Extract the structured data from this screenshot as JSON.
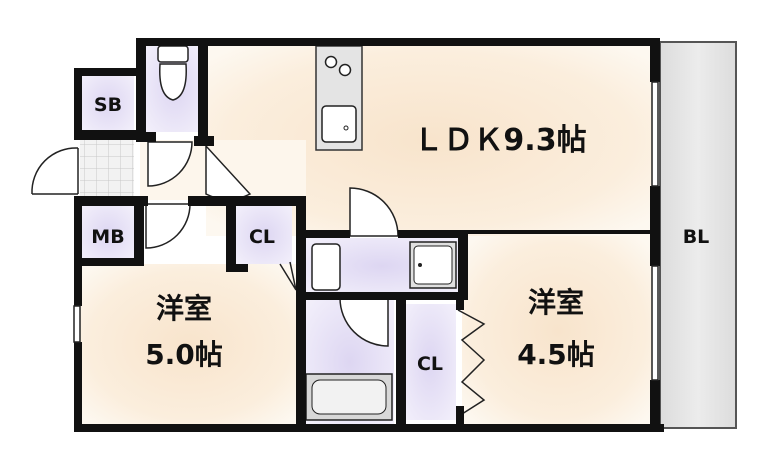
{
  "rooms": {
    "ldk": "ＬＤＫ9.3帖",
    "western_left_name": "洋室",
    "western_left_size": "5.0帖",
    "western_right_name": "洋室",
    "western_right_size": "4.5帖",
    "shoe_box": "SB",
    "meter_box": "MB",
    "closet_upper": "CL",
    "closet_lower": "CL",
    "balcony": "BL"
  },
  "colors": {
    "wall": "#111111",
    "floor_beige": "#f7e6d3",
    "wet_area": "#e8e4f4",
    "storage": "#e6e2f5",
    "balcony": "#e8e8e8"
  }
}
